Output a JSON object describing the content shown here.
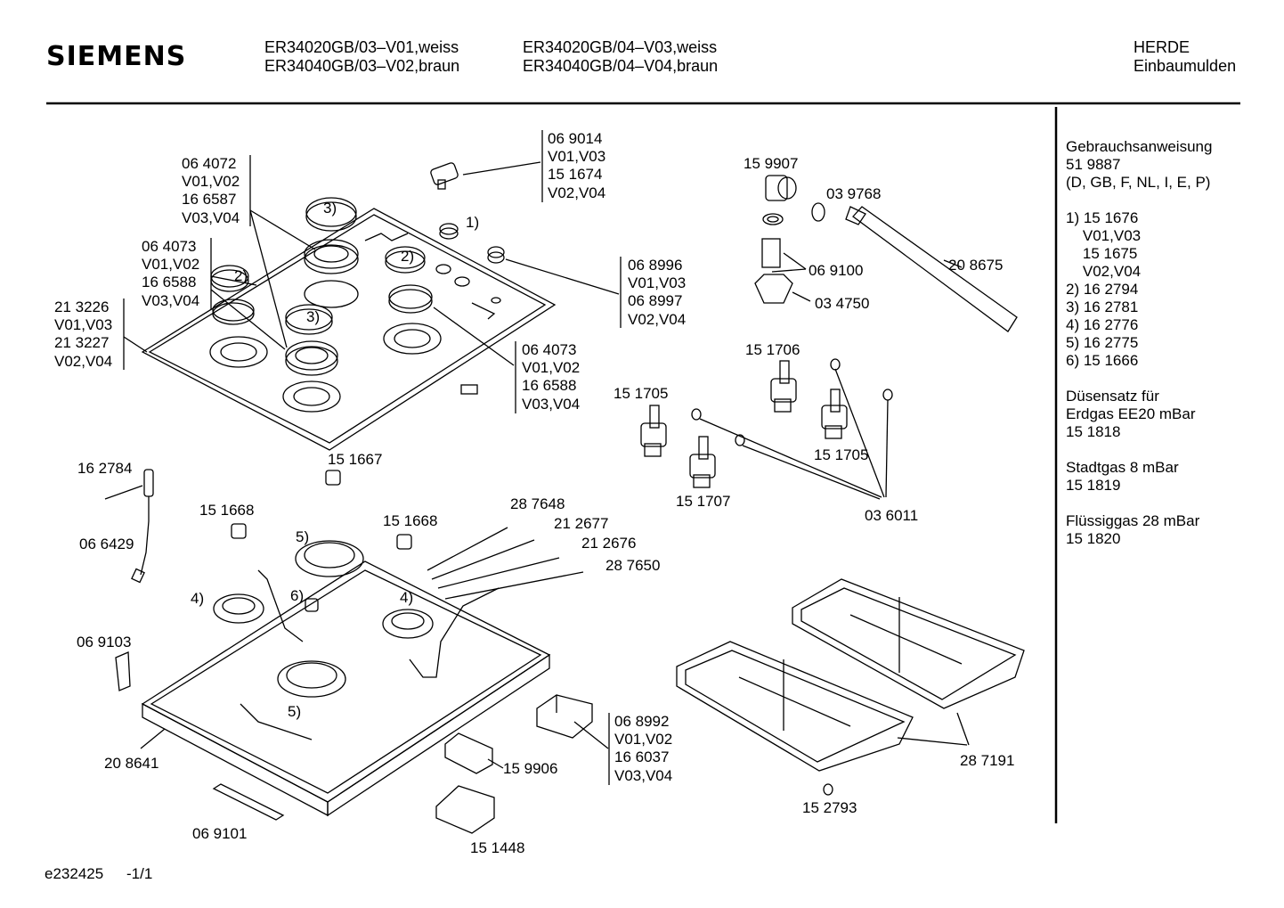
{
  "header": {
    "brand": "SIEMENS",
    "model_line_1a": "ER34020GB/03–V01,weiss",
    "model_line_1b": "ER34040GB/03–V02,braun",
    "model_line_2a": "ER34020GB/04–V03,weiss",
    "model_line_2b": "ER34040GB/04–V04,braun",
    "category": "HERDE",
    "subcategory": "Einbaumulden"
  },
  "footer": {
    "doc_id": "e232425",
    "page": "-1/1"
  },
  "legend": [
    "Gebrauchsanweisung",
    "51 9887",
    "(D, GB, F, NL, I, E, P)",
    "",
    "1) 15 1676",
    "    V01,V03",
    "    15 1675",
    "    V02,V04",
    "2) 16 2794",
    "3) 16 2781",
    "4) 16 2776",
    "5) 16 2775",
    "6) 15 1666",
    "",
    "Düsensatz für",
    "Erdgas EE20 mBar",
    "15 1818",
    "",
    "Stadtgas 8 mBar",
    "15 1819",
    "",
    "Flüssiggas 28 mBar",
    "15 1820"
  ],
  "part_labels": {
    "p_064072": "06 4072\nV01,V02\n16 6587\nV03,V04",
    "p_069014": "06 9014\nV01,V03\n15 1674\nV02,V04",
    "p_064073a": "06 4073\nV01,V02\n16 6588\nV03,V04",
    "p_213226": "21 3226\nV01,V03\n21 3227\nV02,V04",
    "p_068996": "06 8996\nV01,V03\n06 8997\nV02,V04",
    "p_064073b": "06 4073\nV01,V02\n16 6588\nV03,V04",
    "p_068992": "06 8992\nV01,V02\n16 6037\nV03,V04",
    "p_159907": "15 9907",
    "p_039768": "03 9768",
    "p_069100": "06 9100",
    "p_208675": "20 8675",
    "p_034750": "03 4750",
    "p_151706": "15 1706",
    "p_151705a": "15 1705",
    "p_151705b": "15 1705",
    "p_151707": "15 1707",
    "p_036011": "03 6011",
    "p_162784": "16 2784",
    "p_151667": "15 1667",
    "p_066429": "06 6429",
    "p_151668a": "15 1668",
    "p_151668b": "15 1668",
    "p_287648": "28 7648",
    "p_212677": "21 2677",
    "p_212676": "21 2676",
    "p_287650": "28 7650",
    "p_069103": "06 9103",
    "p_208641": "20 8641",
    "p_069101": "06 9101",
    "p_159906": "15 9906",
    "p_151448": "15 1448",
    "p_287191": "28 7191",
    "p_152793": "15 2793"
  },
  "callouts": {
    "c1": "1)",
    "c2a": "2)",
    "c2b": "2)",
    "c3a": "3)",
    "c3b": "3)",
    "c4a": "4)",
    "c4b": "4)",
    "c5a": "5)",
    "c5b": "5)",
    "c6": "6)"
  }
}
